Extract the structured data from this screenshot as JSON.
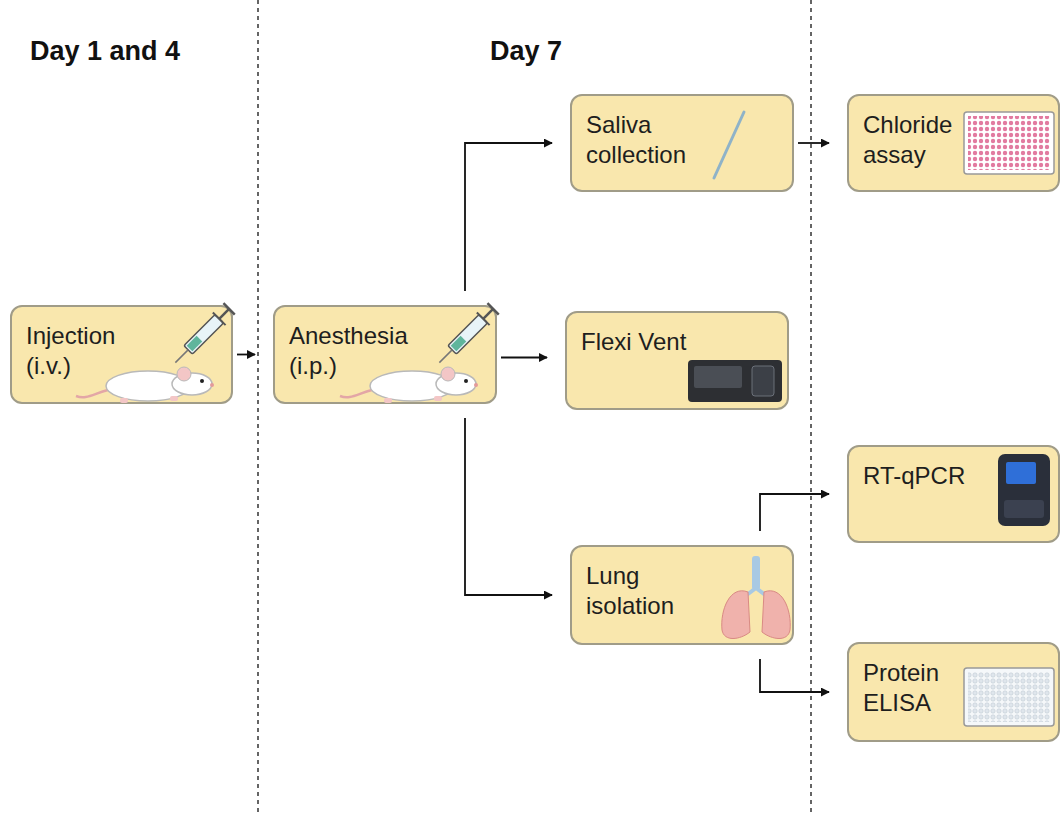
{
  "diagram": {
    "nodes": [
      {
        "text": [
          "Injection (i.v.)"
        ]
      },
      {
        "text": [
          "Anesthesia (i.p.)"
        ]
      },
      {
        "text": [
          "Saliva collection"
        ]
      },
      {
        "text": [
          "Flexi Vent"
        ]
      },
      {
        "text": [
          "Lung isolation"
        ]
      },
      {
        "text": [
          "Chloride assay"
        ]
      },
      {
        "text": [
          "RT-qPCR"
        ]
      },
      {
        "text": [
          "Protein ELISA"
        ]
      }
    ],
    "edges": [
      {
        "from": 0,
        "to": 1,
        "arrow": "to"
      },
      {
        "from": 1,
        "to": 2,
        "arrow": "to"
      },
      {
        "from": 1,
        "to": 3,
        "arrow": "to"
      },
      {
        "from": 1,
        "to": 4,
        "arrow": "to"
      },
      {
        "from": 2,
        "to": 5,
        "arrow": "to"
      },
      {
        "from": 4,
        "to": 6,
        "arrow": "to"
      },
      {
        "from": 4,
        "to": 7,
        "arrow": "to"
      }
    ],
    "labels": [
      "Day 1 and 4",
      "Day 7"
    ]
  }
}
